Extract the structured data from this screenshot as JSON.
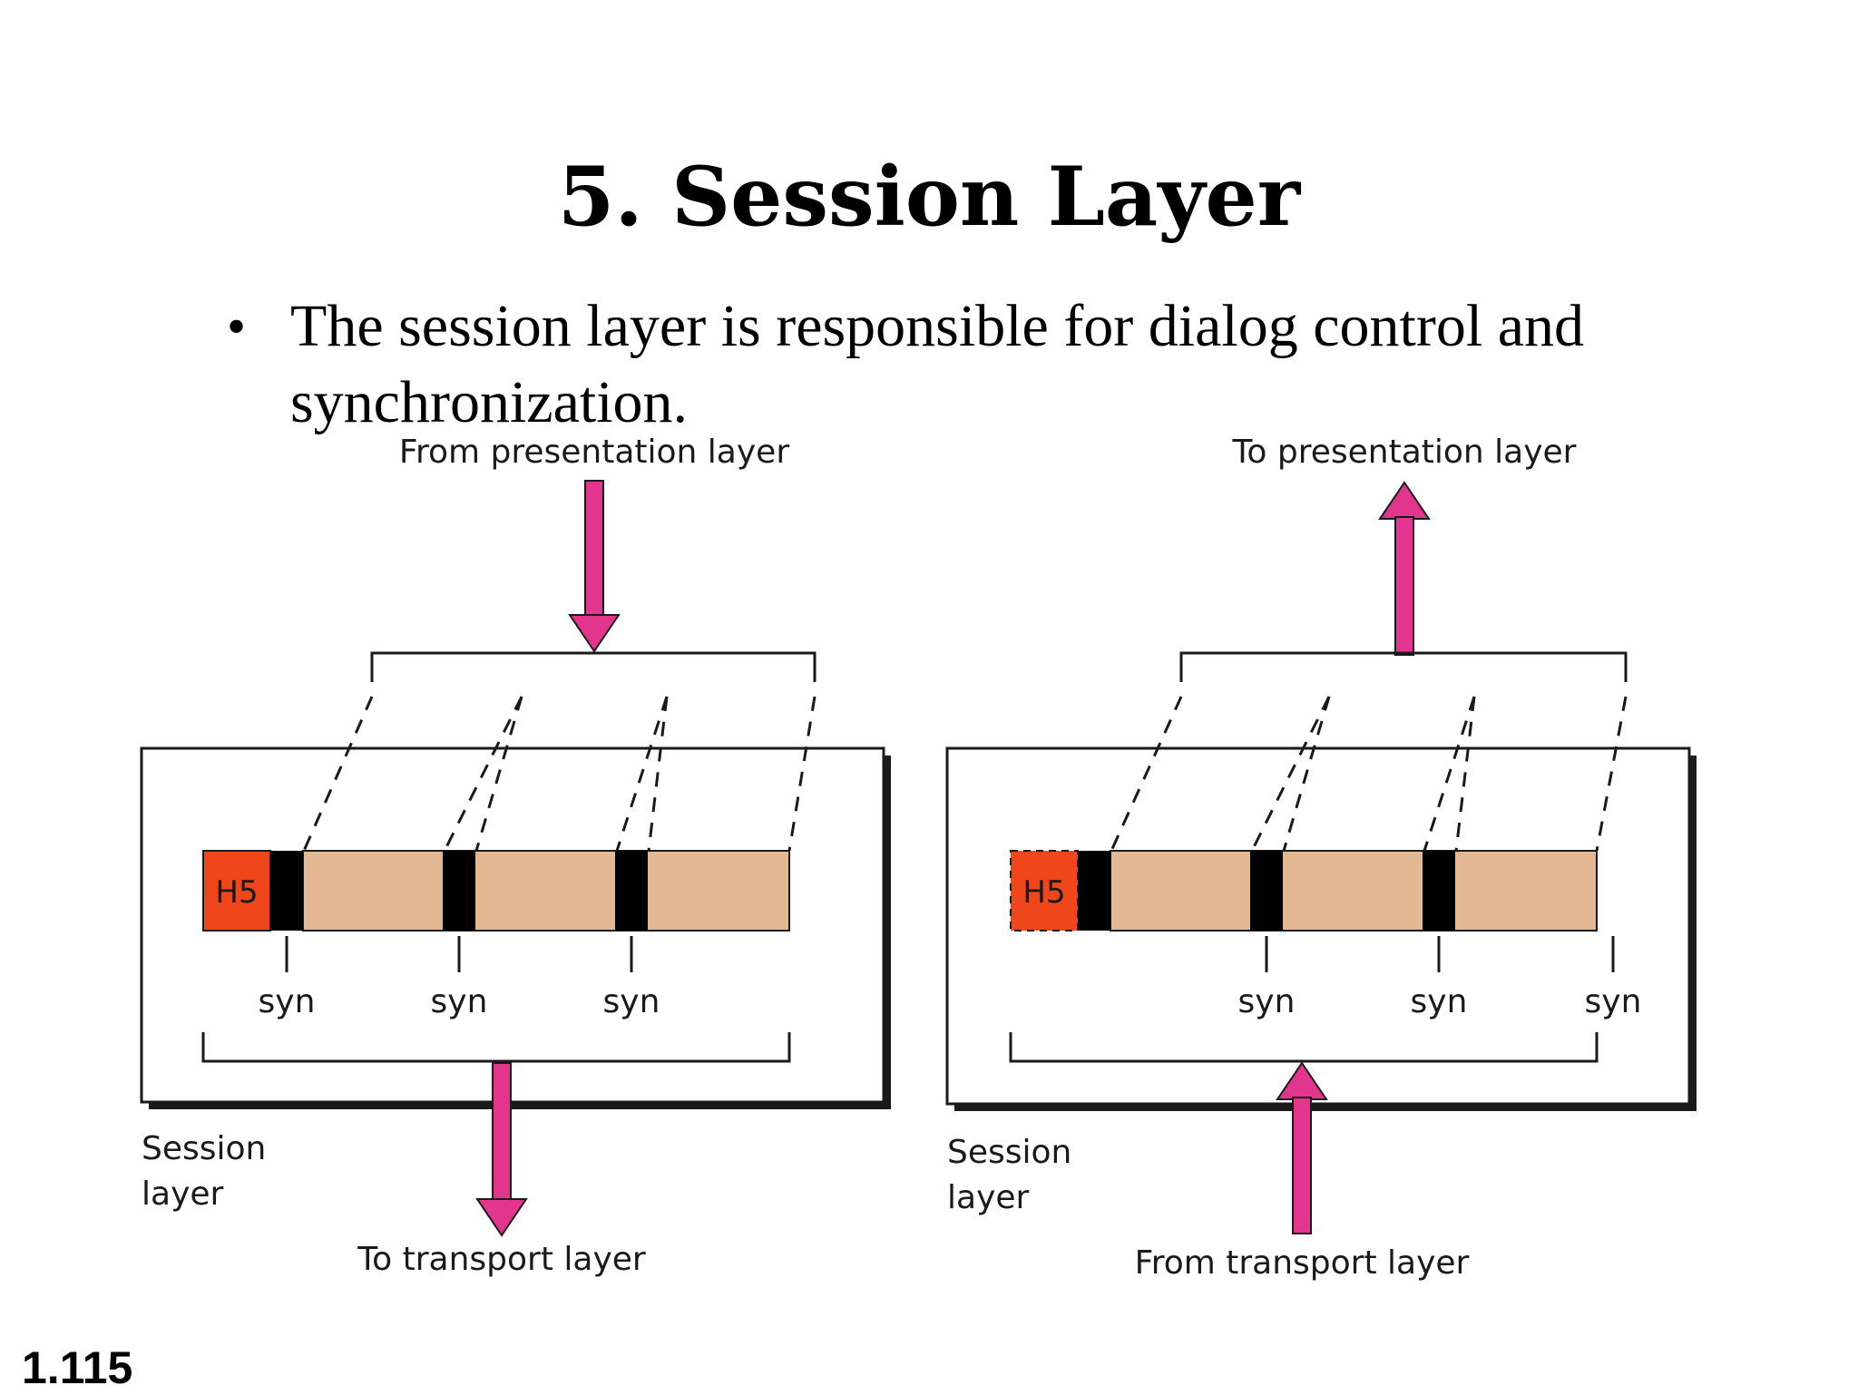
{
  "slide": {
    "title": "5. Session Layer",
    "bullet_symbol": "•",
    "bullet_text": "The session layer is responsible for dialog control and synchronization.",
    "slide_number": "1.115"
  },
  "diagram": {
    "colors": {
      "header": "#f0461c",
      "data": "#e2b993",
      "syn_marker": "#000000",
      "arrow": "#e2358e",
      "outline": "#1a1a1a"
    },
    "sender": {
      "top_label": "From presentation layer",
      "bottom_label": "To transport layer",
      "box_label_line1": "Session",
      "box_label_line2": "layer",
      "header_label": "H5",
      "syn_labels": [
        "syn",
        "syn",
        "syn"
      ]
    },
    "receiver": {
      "top_label": "To presentation layer",
      "bottom_label": "From transport layer",
      "box_label_line1": "Session",
      "box_label_line2": "layer",
      "header_label": "H5",
      "syn_labels": [
        "syn",
        "syn",
        "syn"
      ]
    }
  }
}
